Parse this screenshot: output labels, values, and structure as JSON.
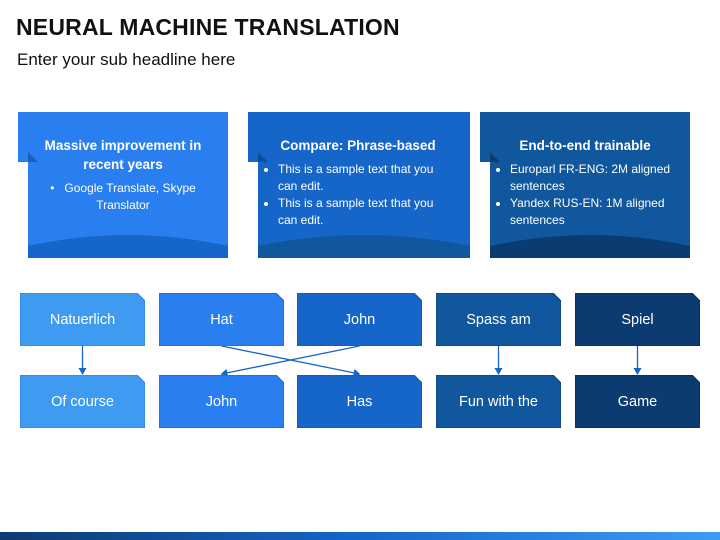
{
  "header": {
    "title": "NEURAL MACHINE TRANSLATION",
    "subtitle": "Enter your sub headline here"
  },
  "colors": {
    "light": "#3f9bf2",
    "bright": "#2a7ff0",
    "medium": "#1666c9",
    "dark": "#10579e",
    "navy": "#0c3b72"
  },
  "cards": [
    {
      "title": "Massive improvement in recent years",
      "bullets": [
        "Google Translate, Skype Translator"
      ]
    },
    {
      "title": "Compare: Phrase-based",
      "bullets": [
        "This is a sample text that you can edit.",
        "This is a sample text that you can edit."
      ]
    },
    {
      "title": "End-to-end trainable",
      "bullets": [
        "Europarl FR-ENG: 2M aligned sentences",
        "Yandex RUS-EN: 1M aligned sentences"
      ]
    }
  ],
  "diagram": {
    "source_words": [
      "Natuerlich",
      "Hat",
      "John",
      "Spass am",
      "Spiel"
    ],
    "target_words": [
      "Of course",
      "John",
      "Has",
      "Fun with the",
      "Game"
    ],
    "alignments": [
      [
        0,
        0
      ],
      [
        1,
        2
      ],
      [
        2,
        1
      ],
      [
        3,
        3
      ],
      [
        4,
        4
      ]
    ]
  }
}
